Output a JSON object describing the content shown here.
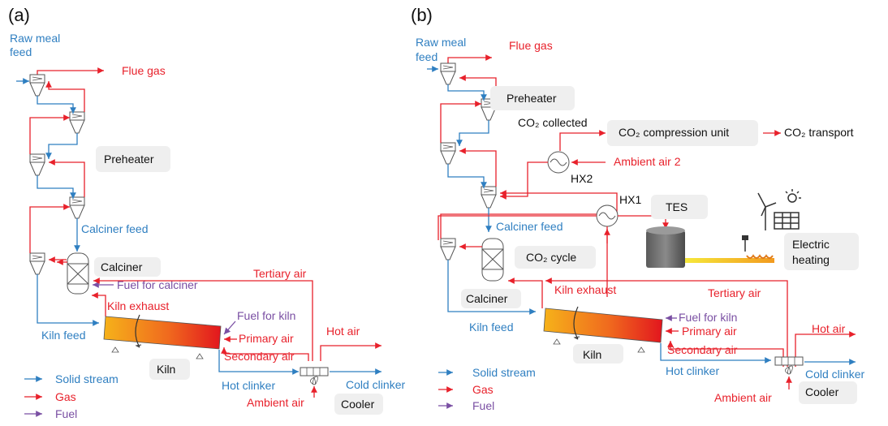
{
  "colors": {
    "solid": "#2f7fc1",
    "gas": "#e8212b",
    "fuel": "#7a4fa3",
    "box": "#efefef"
  },
  "panel_a": {
    "label": "(a)",
    "raw_meal_feed": "Raw meal feed",
    "flue_gas": "Flue gas",
    "preheater": "Preheater",
    "calciner_feed": "Calciner feed",
    "calciner": "Calciner",
    "fuel_for_calciner": "Fuel for calciner",
    "tertiary_air": "Tertiary air",
    "kiln_exhaust": "Kiln exhaust",
    "fuel_for_kiln": "Fuel for kiln",
    "kiln_feed": "Kiln feed",
    "hot_air": "Hot air",
    "primary_air": "Primary air",
    "secondary_air": "Secondary air",
    "kiln": "Kiln",
    "hot_clinker": "Hot clinker",
    "cold_clinker": "Cold clinker",
    "ambient_air": "Ambient air",
    "cooler": "Cooler",
    "legend": [
      "Solid stream",
      "Gas",
      "Fuel"
    ]
  },
  "panel_b": {
    "label": "(b)",
    "raw_meal_feed": "Raw meal feed",
    "flue_gas": "Flue gas",
    "preheater": "Preheater",
    "co2_collected": "CO₂ collected",
    "co2_compression_unit": "CO₂ compression unit",
    "co2_transport": "CO₂ transport",
    "ambient_air_2": "Ambient air 2",
    "hx2": "HX2",
    "hx1": "HX1",
    "tes": "TES",
    "calciner_feed": "Calciner feed",
    "co2_cycle": "CO₂ cycle",
    "electric_heating": "Electric heating",
    "calciner": "Calciner",
    "kiln_exhaust": "Kiln exhaust",
    "tertiary_air": "Tertiary air",
    "fuel_for_kiln": "Fuel for kiln",
    "kiln_feed": "Kiln feed",
    "primary_air": "Primary air",
    "hot_air": "Hot air",
    "kiln": "Kiln",
    "secondary_air": "Secondary air",
    "hot_clinker": "Hot clinker",
    "cold_clinker": "Cold clinker",
    "ambient_air": "Ambient air",
    "cooler": "Cooler",
    "legend": [
      "Solid stream",
      "Gas",
      "Fuel"
    ]
  }
}
